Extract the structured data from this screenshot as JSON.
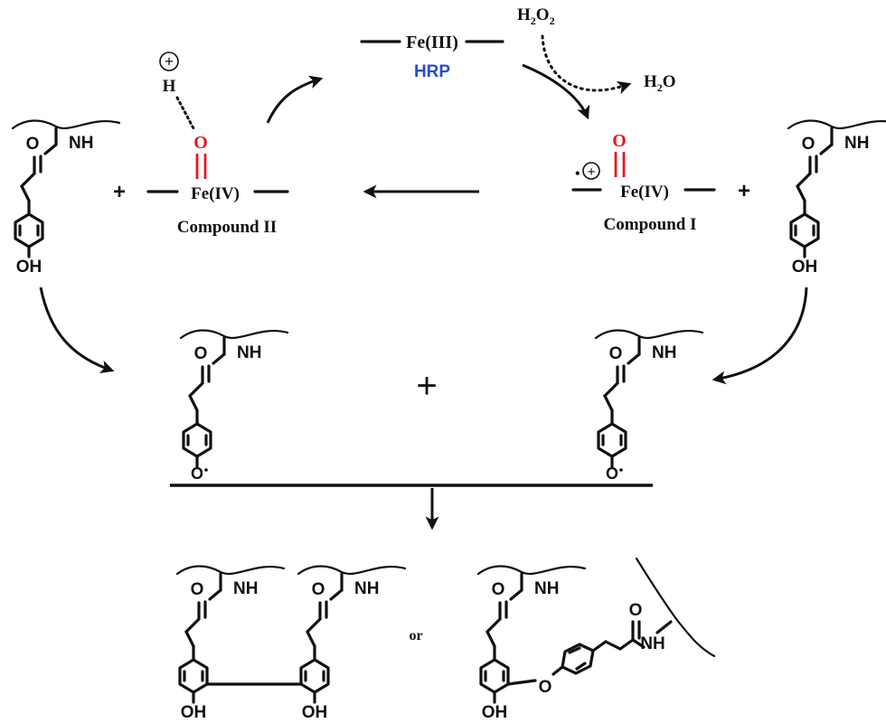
{
  "enzyme": {
    "resting_state": "Fe(III)",
    "enzyme_name": "HRP",
    "compound_i_iron": "Fe(IV)",
    "compound_i_name": "Compound I",
    "compound_ii_iron": "Fe(IV)",
    "compound_ii_name": "Compound II",
    "oxo": "O",
    "proton": "H",
    "charge_symbol": "+",
    "radical_symbol": "•"
  },
  "reagents": {
    "oxidant_main": "H",
    "oxidant_sub": "2",
    "oxidant_main2": "O",
    "oxidant_sub2": "2",
    "byproduct_main": "H",
    "byproduct_sub": "2",
    "byproduct_main2": "O"
  },
  "phenol_unit": {
    "amide_o": "O",
    "amide_nh": "NH",
    "hydroxyl": "OH",
    "radical_oxygen": "O"
  },
  "operators": {
    "plus": "+",
    "or": "or",
    "ether_oxygen": "O",
    "nh_reversed": "NH"
  },
  "colors": {
    "oxo_red": "#e41a1c",
    "hrp_blue": "#2a4cc9",
    "ink": "#111111"
  }
}
